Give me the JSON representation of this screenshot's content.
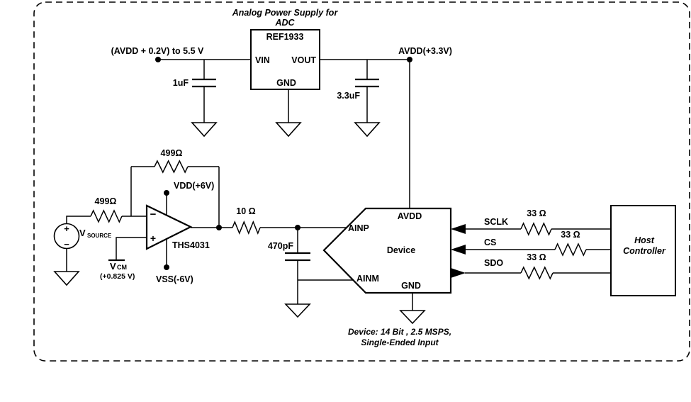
{
  "power_supply": {
    "title_line1": "Analog Power Supply for",
    "title_line2": "ADC",
    "regulator_name": "REF1933",
    "pin_vin": "VIN",
    "pin_vout": "VOUT",
    "pin_gnd": "GND",
    "input_label": "(AVDD + 0.2V) to 5.5 V",
    "output_label": "AVDD(+3.3V)",
    "input_cap": "1uF",
    "output_cap": "3.3uF"
  },
  "amplifier": {
    "part": "THS4031",
    "feedback_resistor": "499Ω",
    "input_resistor": "499Ω",
    "output_resistor": "10 Ω",
    "filter_cap": "470pF",
    "vdd_label": "VDD(+6V)",
    "vss_label": "VSS(-6V)",
    "opamp_minus": "−",
    "opamp_plus": "+",
    "source_plus": "+",
    "source_minus": "−",
    "vsource_main": "V",
    "vsource_sub": "SOURCE",
    "vcm_main": "V",
    "vcm_sub": "CM",
    "vcm_value": "(+0.825 V)"
  },
  "device": {
    "name": "Device",
    "pin_avdd": "AVDD",
    "pin_ainp": "AINP",
    "pin_ainm": "AINM",
    "pin_gnd": "GND",
    "caption_line1": "Device: 14 Bit , 2.5 MSPS,",
    "caption_line2": "Single-Ended Input"
  },
  "host": {
    "name_line1": "Host",
    "name_line2": "Controller"
  },
  "signals": [
    {
      "name": "SCLK",
      "resistor": "33 Ω"
    },
    {
      "name": "CS",
      "resistor": "33 Ω"
    },
    {
      "name": "SDO",
      "resistor": "33 Ω"
    }
  ],
  "colors": {
    "ink": "#000000",
    "background": "#ffffff"
  }
}
